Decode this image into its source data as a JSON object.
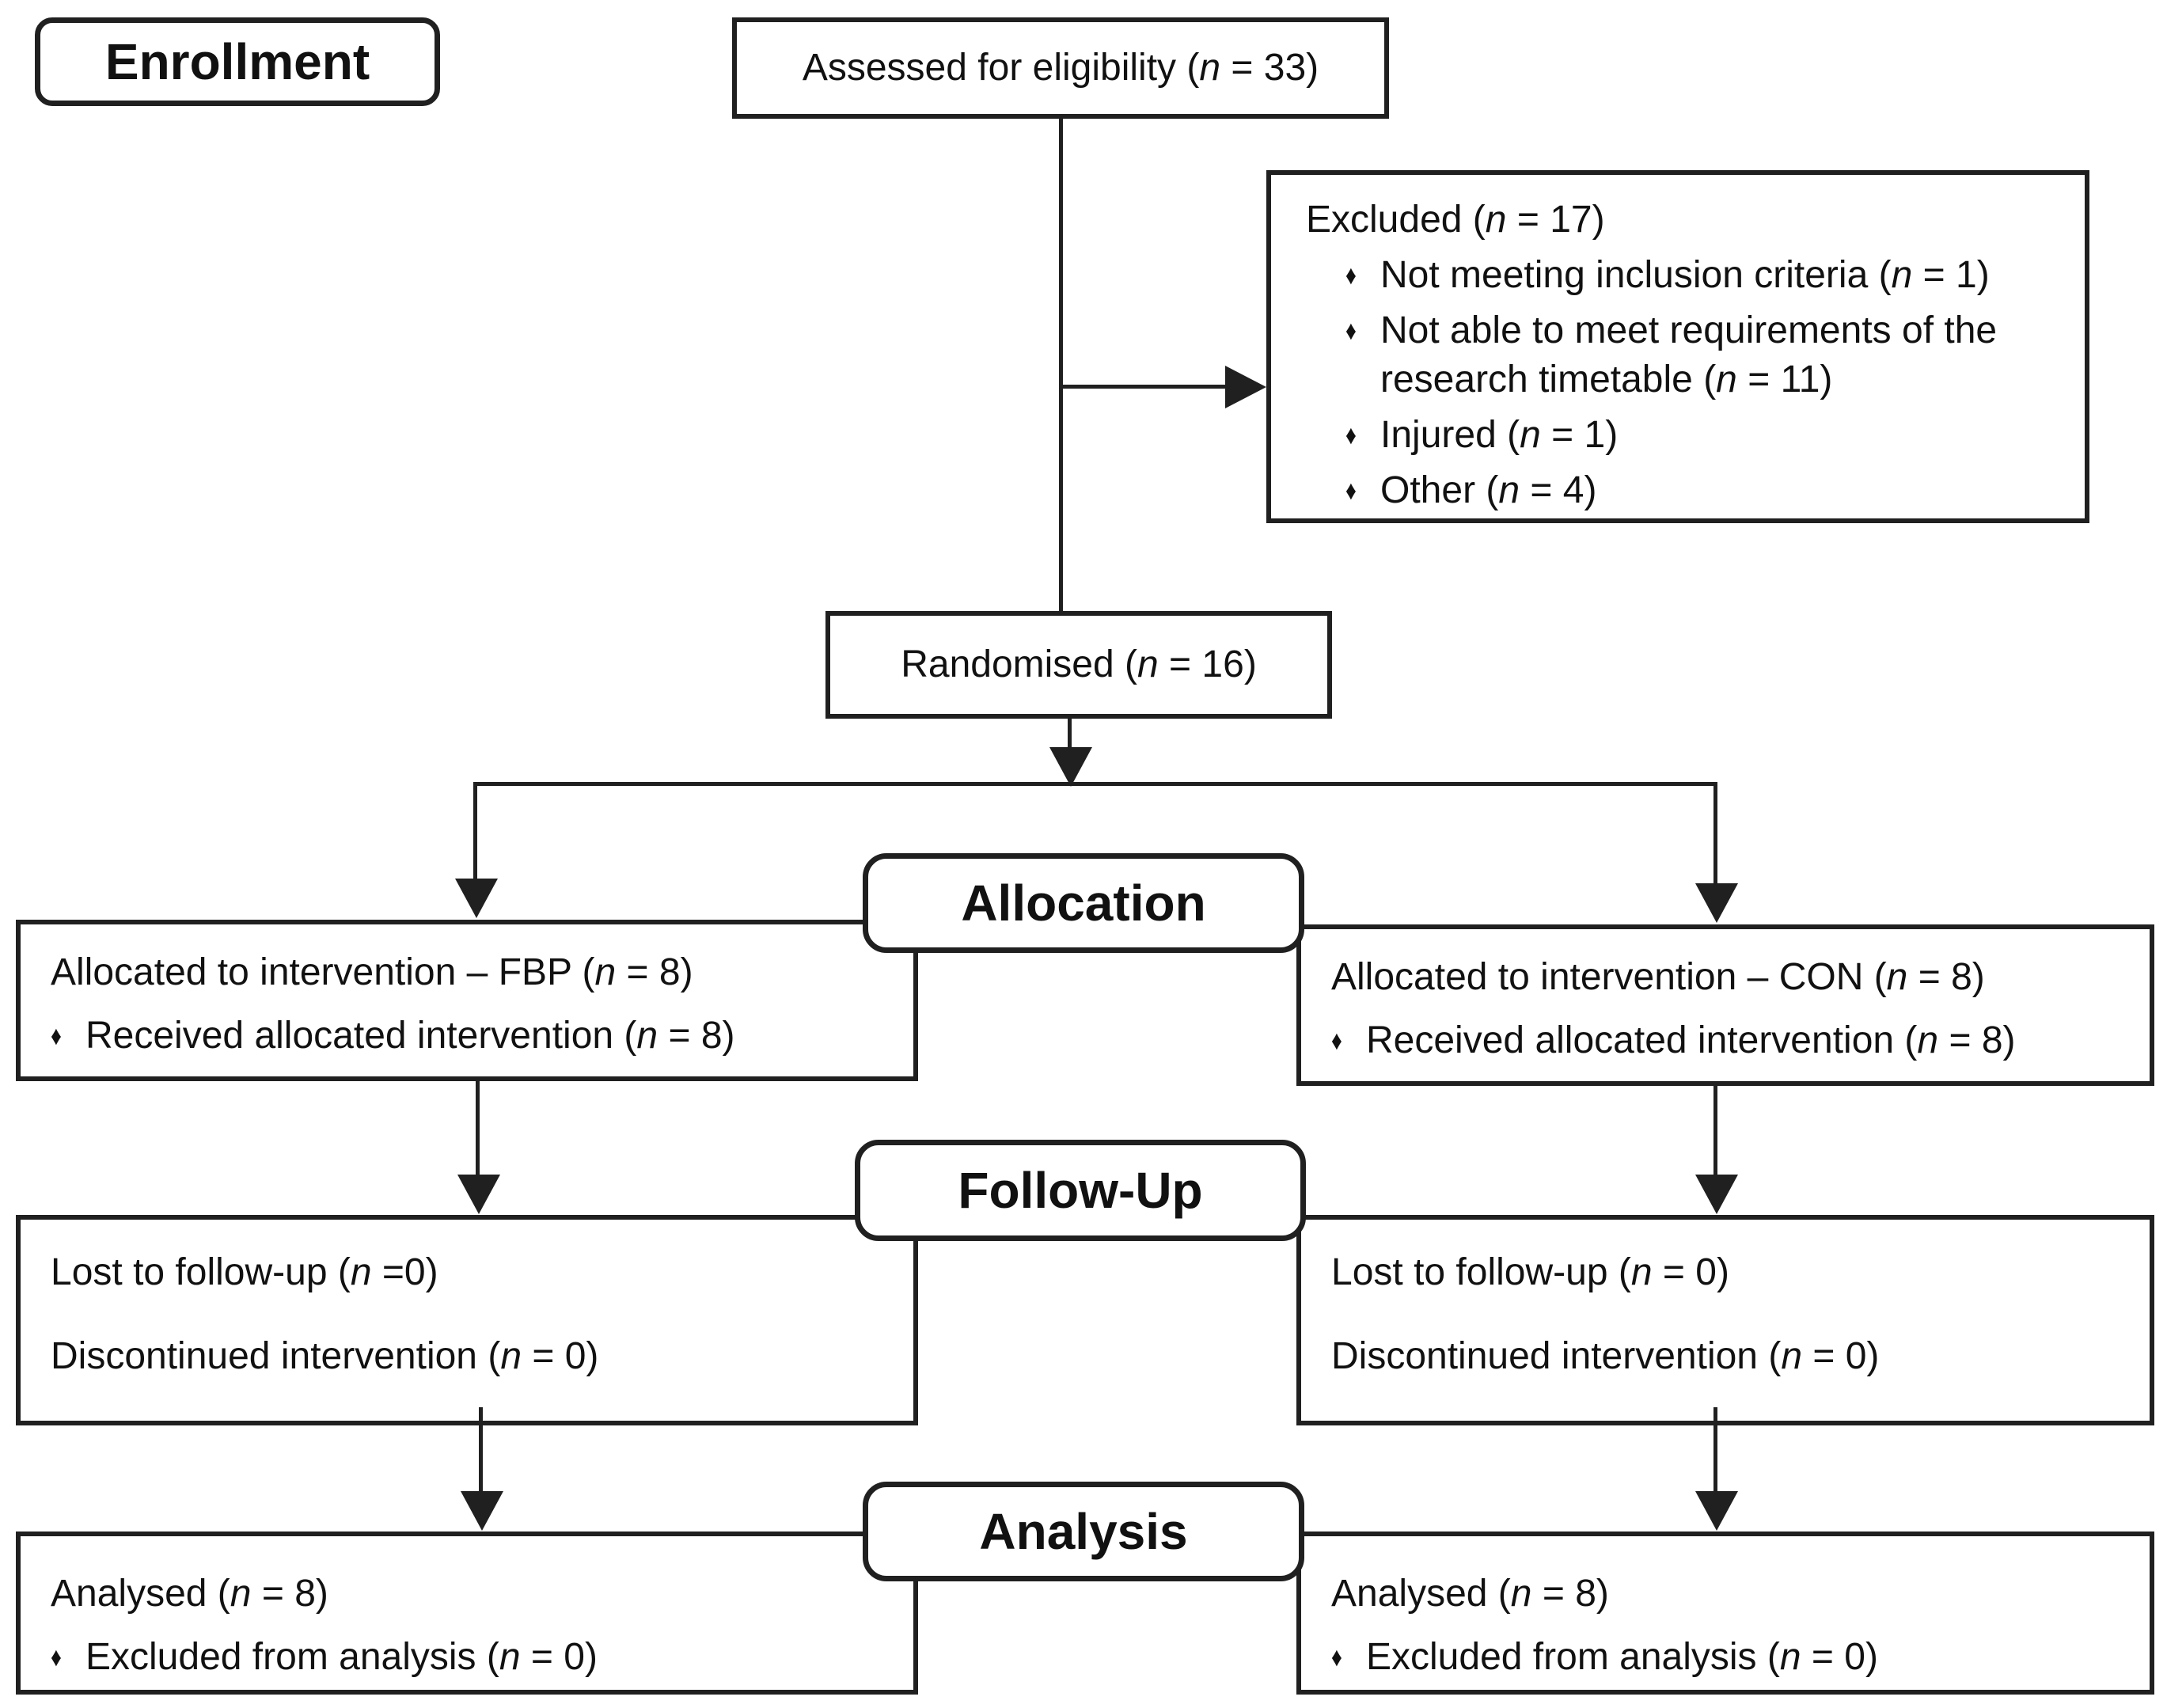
{
  "colors": {
    "line": "#202020",
    "border": "#202020",
    "text": "#111111",
    "background": "#ffffff"
  },
  "glyphs": {
    "bullet": "♦"
  },
  "headers": {
    "enrollment": "Enrollment",
    "allocation": "Allocation",
    "follow_up": "Follow-Up",
    "analysis": "Analysis"
  },
  "boxes": {
    "assessed": {
      "text": "Assessed for eligibility (*n* = 33)"
    },
    "excluded": {
      "title": "Excluded (*n* = 17)",
      "bullets": [
        "Not meeting inclusion criteria (*n* = 1)",
        "Not able to meet requirements of the research timetable (*n* = 11)",
        "Injured (*n* = 1)",
        "Other (*n* = 4)"
      ]
    },
    "randomised": {
      "text": "Randomised (*n* = 16)"
    },
    "allocation_left": {
      "title": "Allocated to intervention – FBP (*n* = 8)",
      "bullets": [
        "Received allocated intervention (*n* = 8)"
      ]
    },
    "allocation_right": {
      "title": "Allocated to intervention – CON (*n* = 8)",
      "bullets": [
        "Received allocated intervention (*n* = 8)"
      ]
    },
    "follow_up_left": {
      "lines": [
        "Lost to follow-up (*n* =0)",
        "Discontinued intervention (*n* = 0)"
      ]
    },
    "follow_up_right": {
      "lines": [
        "Lost to follow-up (*n* = 0)",
        "Discontinued intervention (*n* = 0)"
      ]
    },
    "analysis_left": {
      "title": "Analysed (*n* = 8)",
      "bullets": [
        "Excluded from analysis (*n* = 0)"
      ]
    },
    "analysis_right": {
      "title": "Analysed (*n* = 8)",
      "bullets": [
        "Excluded from analysis (*n* = 0)"
      ]
    }
  }
}
